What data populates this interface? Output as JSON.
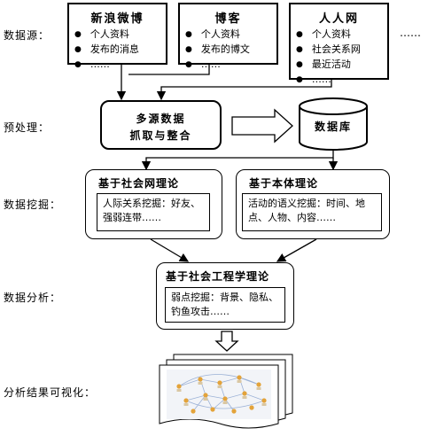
{
  "stages": {
    "data_source": "数据源：",
    "preprocess": "预处理：",
    "mining": "数据挖掘：",
    "analysis": "数据分析：",
    "visualization": "分析结果可视化："
  },
  "sources": [
    {
      "title": "新浪微博",
      "items": [
        "个人资料",
        "发布的消息",
        "……"
      ]
    },
    {
      "title": "博客",
      "items": [
        "个人资料",
        "发布的博文",
        "……"
      ]
    },
    {
      "title": "人人网",
      "items": [
        "个人资料",
        "社会关系网",
        "最近活动",
        "……"
      ]
    }
  ],
  "sources_more": "……",
  "preprocess_box": {
    "line1": "多源数据",
    "line2": "抓取与整合"
  },
  "database_label": "数据库",
  "mining": {
    "left": {
      "title": "基于社会网理论",
      "body": "人际关系挖掘：好友、强弱连带……"
    },
    "right": {
      "title": "基于本体理论",
      "body": "活动的语义挖掘：时间、地点、人物、内容……"
    }
  },
  "analysis": {
    "title": "基于社会工程学理论",
    "body": "弱点挖掘：背景、隐私、钓鱼攻击……"
  }
}
